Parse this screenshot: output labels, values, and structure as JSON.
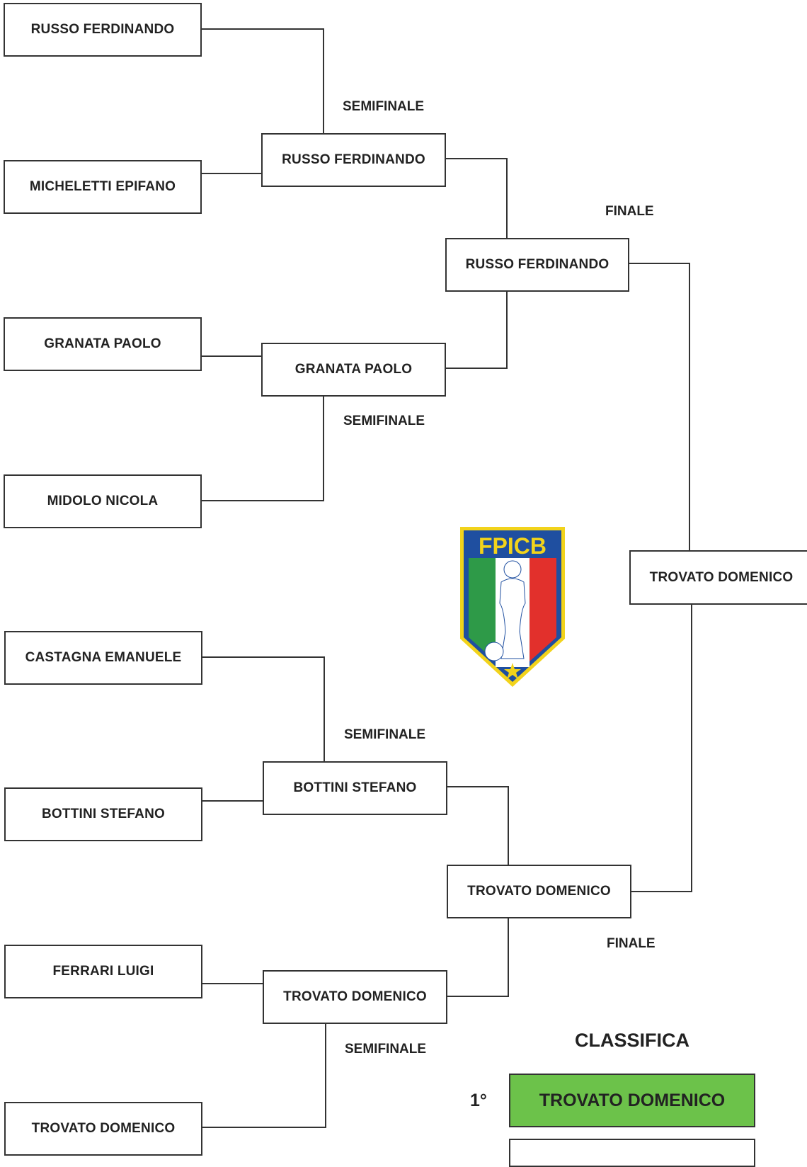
{
  "rounds": {
    "first": [
      "RUSSO FERDINANDO",
      "MICHELETTI EPIFANO",
      "GRANATA PAOLO",
      "MIDOLO NICOLA",
      "CASTAGNA EMANUELE",
      "BOTTINI STEFANO",
      "FERRARI LUIGI",
      "TROVATO DOMENICO"
    ],
    "quarter": [
      "RUSSO FERDINANDO",
      "GRANATA PAOLO",
      "BOTTINI STEFANO",
      "TROVATO DOMENICO"
    ],
    "semi": [
      "RUSSO FERDINANDO",
      "TROVATO DOMENICO"
    ],
    "winner": "TROVATO DOMENICO"
  },
  "labels": {
    "semifinale": "SEMIFINALE",
    "finale": "FINALE"
  },
  "logo": {
    "text": "FPICB",
    "colors": {
      "green": "#2e9a48",
      "white": "#ffffff",
      "red": "#e2302c",
      "blue": "#1f4fa0",
      "yellow": "#f2d31b"
    }
  },
  "classifica": {
    "title": "CLASSIFICA",
    "first_place": {
      "position": "1°",
      "name": "TROVATO DOMENICO",
      "color": "#6cc24a"
    }
  }
}
